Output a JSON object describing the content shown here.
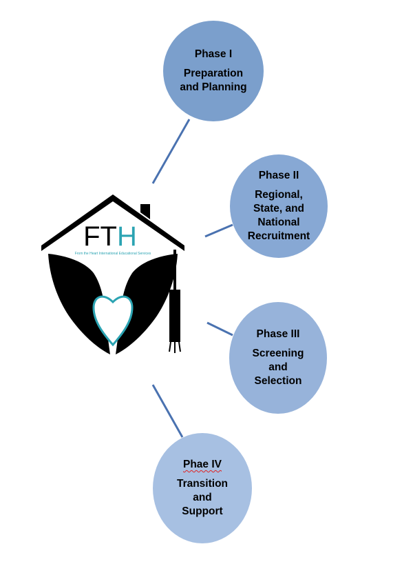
{
  "phases": [
    {
      "title": "Phase I",
      "lines": [
        "Preparation",
        "and Planning"
      ]
    },
    {
      "title": "Phase II",
      "lines": [
        "Regional,",
        "State, and",
        "National",
        "Recruitment"
      ]
    },
    {
      "title": "Phase III",
      "lines": [
        "Screening and",
        "Selection"
      ]
    },
    {
      "title": "Phae IV",
      "lines": [
        "Transition and",
        "Support"
      ]
    }
  ],
  "logo": {
    "letters_f_t": "FT",
    "letter_h": "H",
    "tagline": "From the Heart International Educational Services",
    "colors": {
      "house": "#000000",
      "accent": "#2ba3b2"
    }
  },
  "colors": {
    "connector": "#4a72b0",
    "phase1": "#7b9fcc",
    "phase2": "#87a8d4",
    "phase3": "#97b3da",
    "phase4": "#a7c0e2"
  }
}
